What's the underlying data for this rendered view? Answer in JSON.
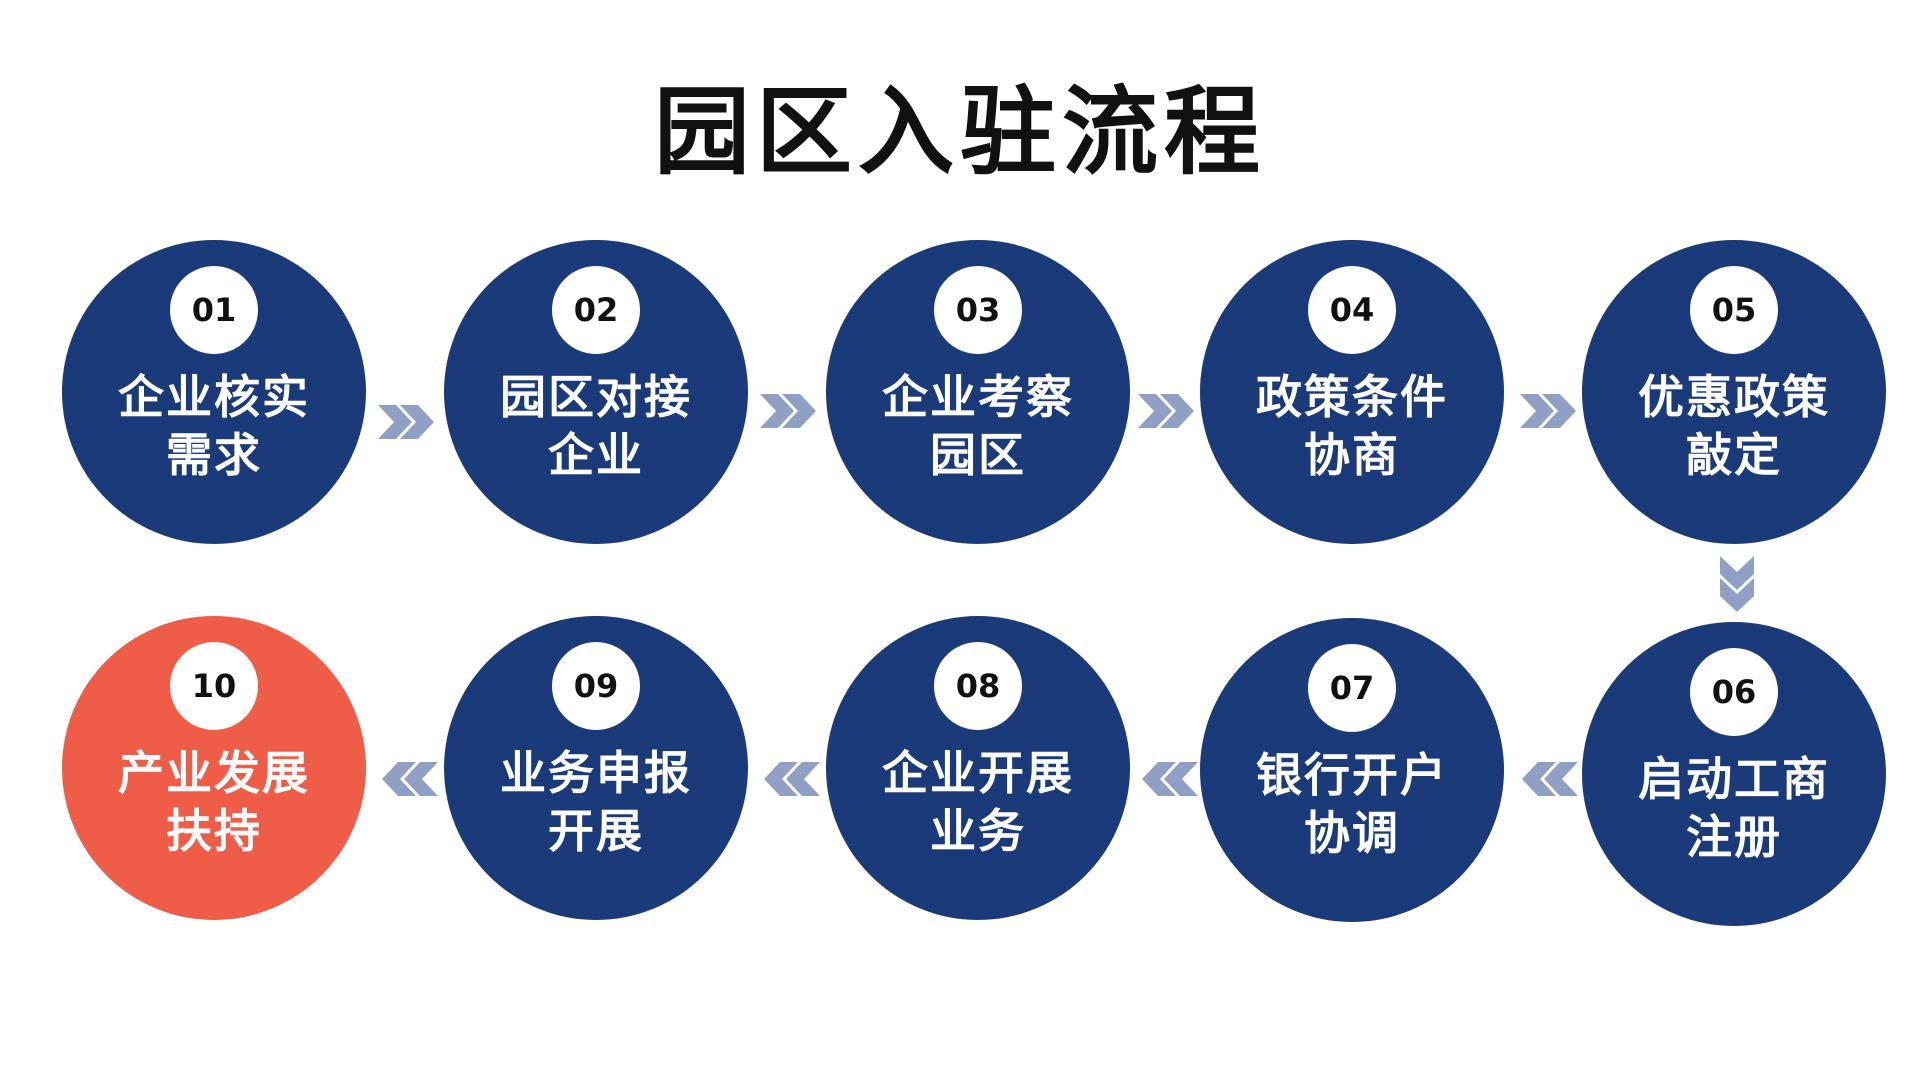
{
  "title": "园区入驻流程",
  "colors": {
    "primary": "#1a3a7a",
    "accent": "#ef5d49",
    "arrow": "#8fa0c4"
  },
  "steps": [
    {
      "num": "01",
      "line1": "企业核实",
      "line2": "需求"
    },
    {
      "num": "02",
      "line1": "园区对接",
      "line2": "企业"
    },
    {
      "num": "03",
      "line1": "企业考察",
      "line2": "园区"
    },
    {
      "num": "04",
      "line1": "政策条件",
      "line2": "协商"
    },
    {
      "num": "05",
      "line1": "优惠政策",
      "line2": "敲定"
    },
    {
      "num": "06",
      "line1": "启动工商",
      "line2": "注册"
    },
    {
      "num": "07",
      "line1": "银行开户",
      "line2": "协调"
    },
    {
      "num": "08",
      "line1": "企业开展",
      "line2": "业务"
    },
    {
      "num": "09",
      "line1": "业务申报",
      "line2": "开展"
    },
    {
      "num": "10",
      "line1": "产业发展",
      "line2": "扶持"
    }
  ],
  "arrows": [
    {
      "icon": "double-chevron-right-icon"
    },
    {
      "icon": "double-chevron-down-icon"
    },
    {
      "icon": "double-chevron-left-icon"
    }
  ]
}
